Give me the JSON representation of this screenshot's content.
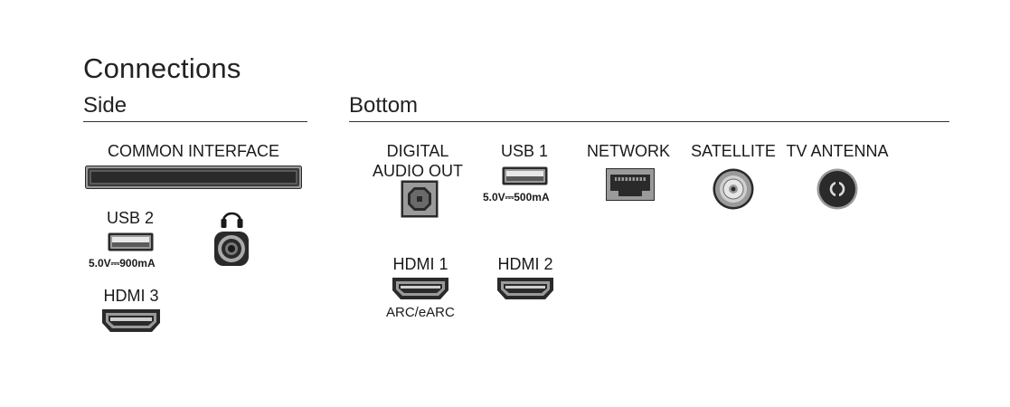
{
  "title": "Connections",
  "sections": {
    "side": "Side",
    "bottom": "Bottom"
  },
  "side": {
    "common_interface": "COMMON INTERFACE",
    "usb2": {
      "label": "USB 2",
      "rating": "5.0V⎓900mA"
    },
    "headphones_icon": "headphones-icon",
    "hdmi3": "HDMI 3"
  },
  "bottom": {
    "digital_audio": {
      "line1": "DIGITAL",
      "line2": "AUDIO OUT"
    },
    "usb1": {
      "label": "USB 1",
      "rating": "5.0V⎓500mA"
    },
    "network": "NETWORK",
    "satellite": "SATELLITE",
    "tv_antenna": "TV ANTENNA",
    "hdmi1": {
      "label": "HDMI 1",
      "note": "ARC/eARC"
    },
    "hdmi2": "HDMI 2"
  },
  "colors": {
    "port_dark": "#2a2a2a",
    "port_gray": "#9a9a9a",
    "line": "#333333"
  }
}
